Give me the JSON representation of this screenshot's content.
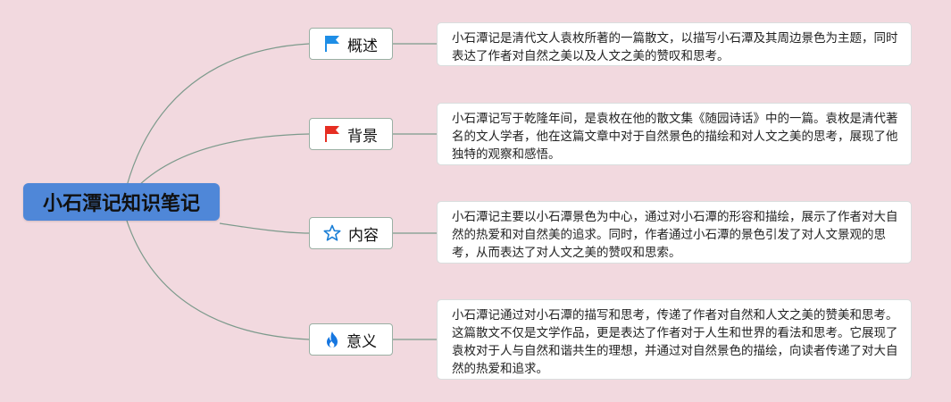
{
  "root": {
    "title": "小石潭记知识笔记"
  },
  "branches": [
    {
      "label": "概述",
      "icon": "blue-flag-icon",
      "note": "小石潭记是清代文人袁枚所著的一篇散文，以描写小石潭及其周边景色为主题，同时表达了作者对自然之美以及人文之美的赞叹和思考。"
    },
    {
      "label": "背景",
      "icon": "red-flag-icon",
      "note": "小石潭记写于乾隆年间，是袁枚在他的散文集《随园诗话》中的一篇。袁枚是清代著名的文人学者，他在这篇文章中对于自然景色的描绘和对人文之美的思考，展现了他独特的观察和感悟。"
    },
    {
      "label": "内容",
      "icon": "star-outline-icon",
      "note": "小石潭记主要以小石潭景色为中心，通过对小石潭的形容和描绘，展示了作者对大自然的热爱和对自然美的追求。同时，作者通过小石潭的景色引发了对人文景观的思考，从而表达了对人文之美的赞叹和思索。"
    },
    {
      "label": "意义",
      "icon": "flame-icon",
      "note": "小石潭记通过对小石潭的描写和思考，传递了作者对自然和人文之美的赞美和思考。这篇散文不仅是文学作品，更是表达了作者对于人生和世界的看法和思考。它展现了袁枚对于人与自然和谐共生的理想，并通过对自然景色的描绘，向读者传递了对大自然的热爱和追求。"
    }
  ],
  "colors": {
    "background": "#f2d9df",
    "root": "#4f87d8",
    "link": "#7d9a8c",
    "flag_blue": "#1e8ee6",
    "flag_red": "#e62e22",
    "star": "#1b7fd6",
    "flame": "#1576e0"
  }
}
